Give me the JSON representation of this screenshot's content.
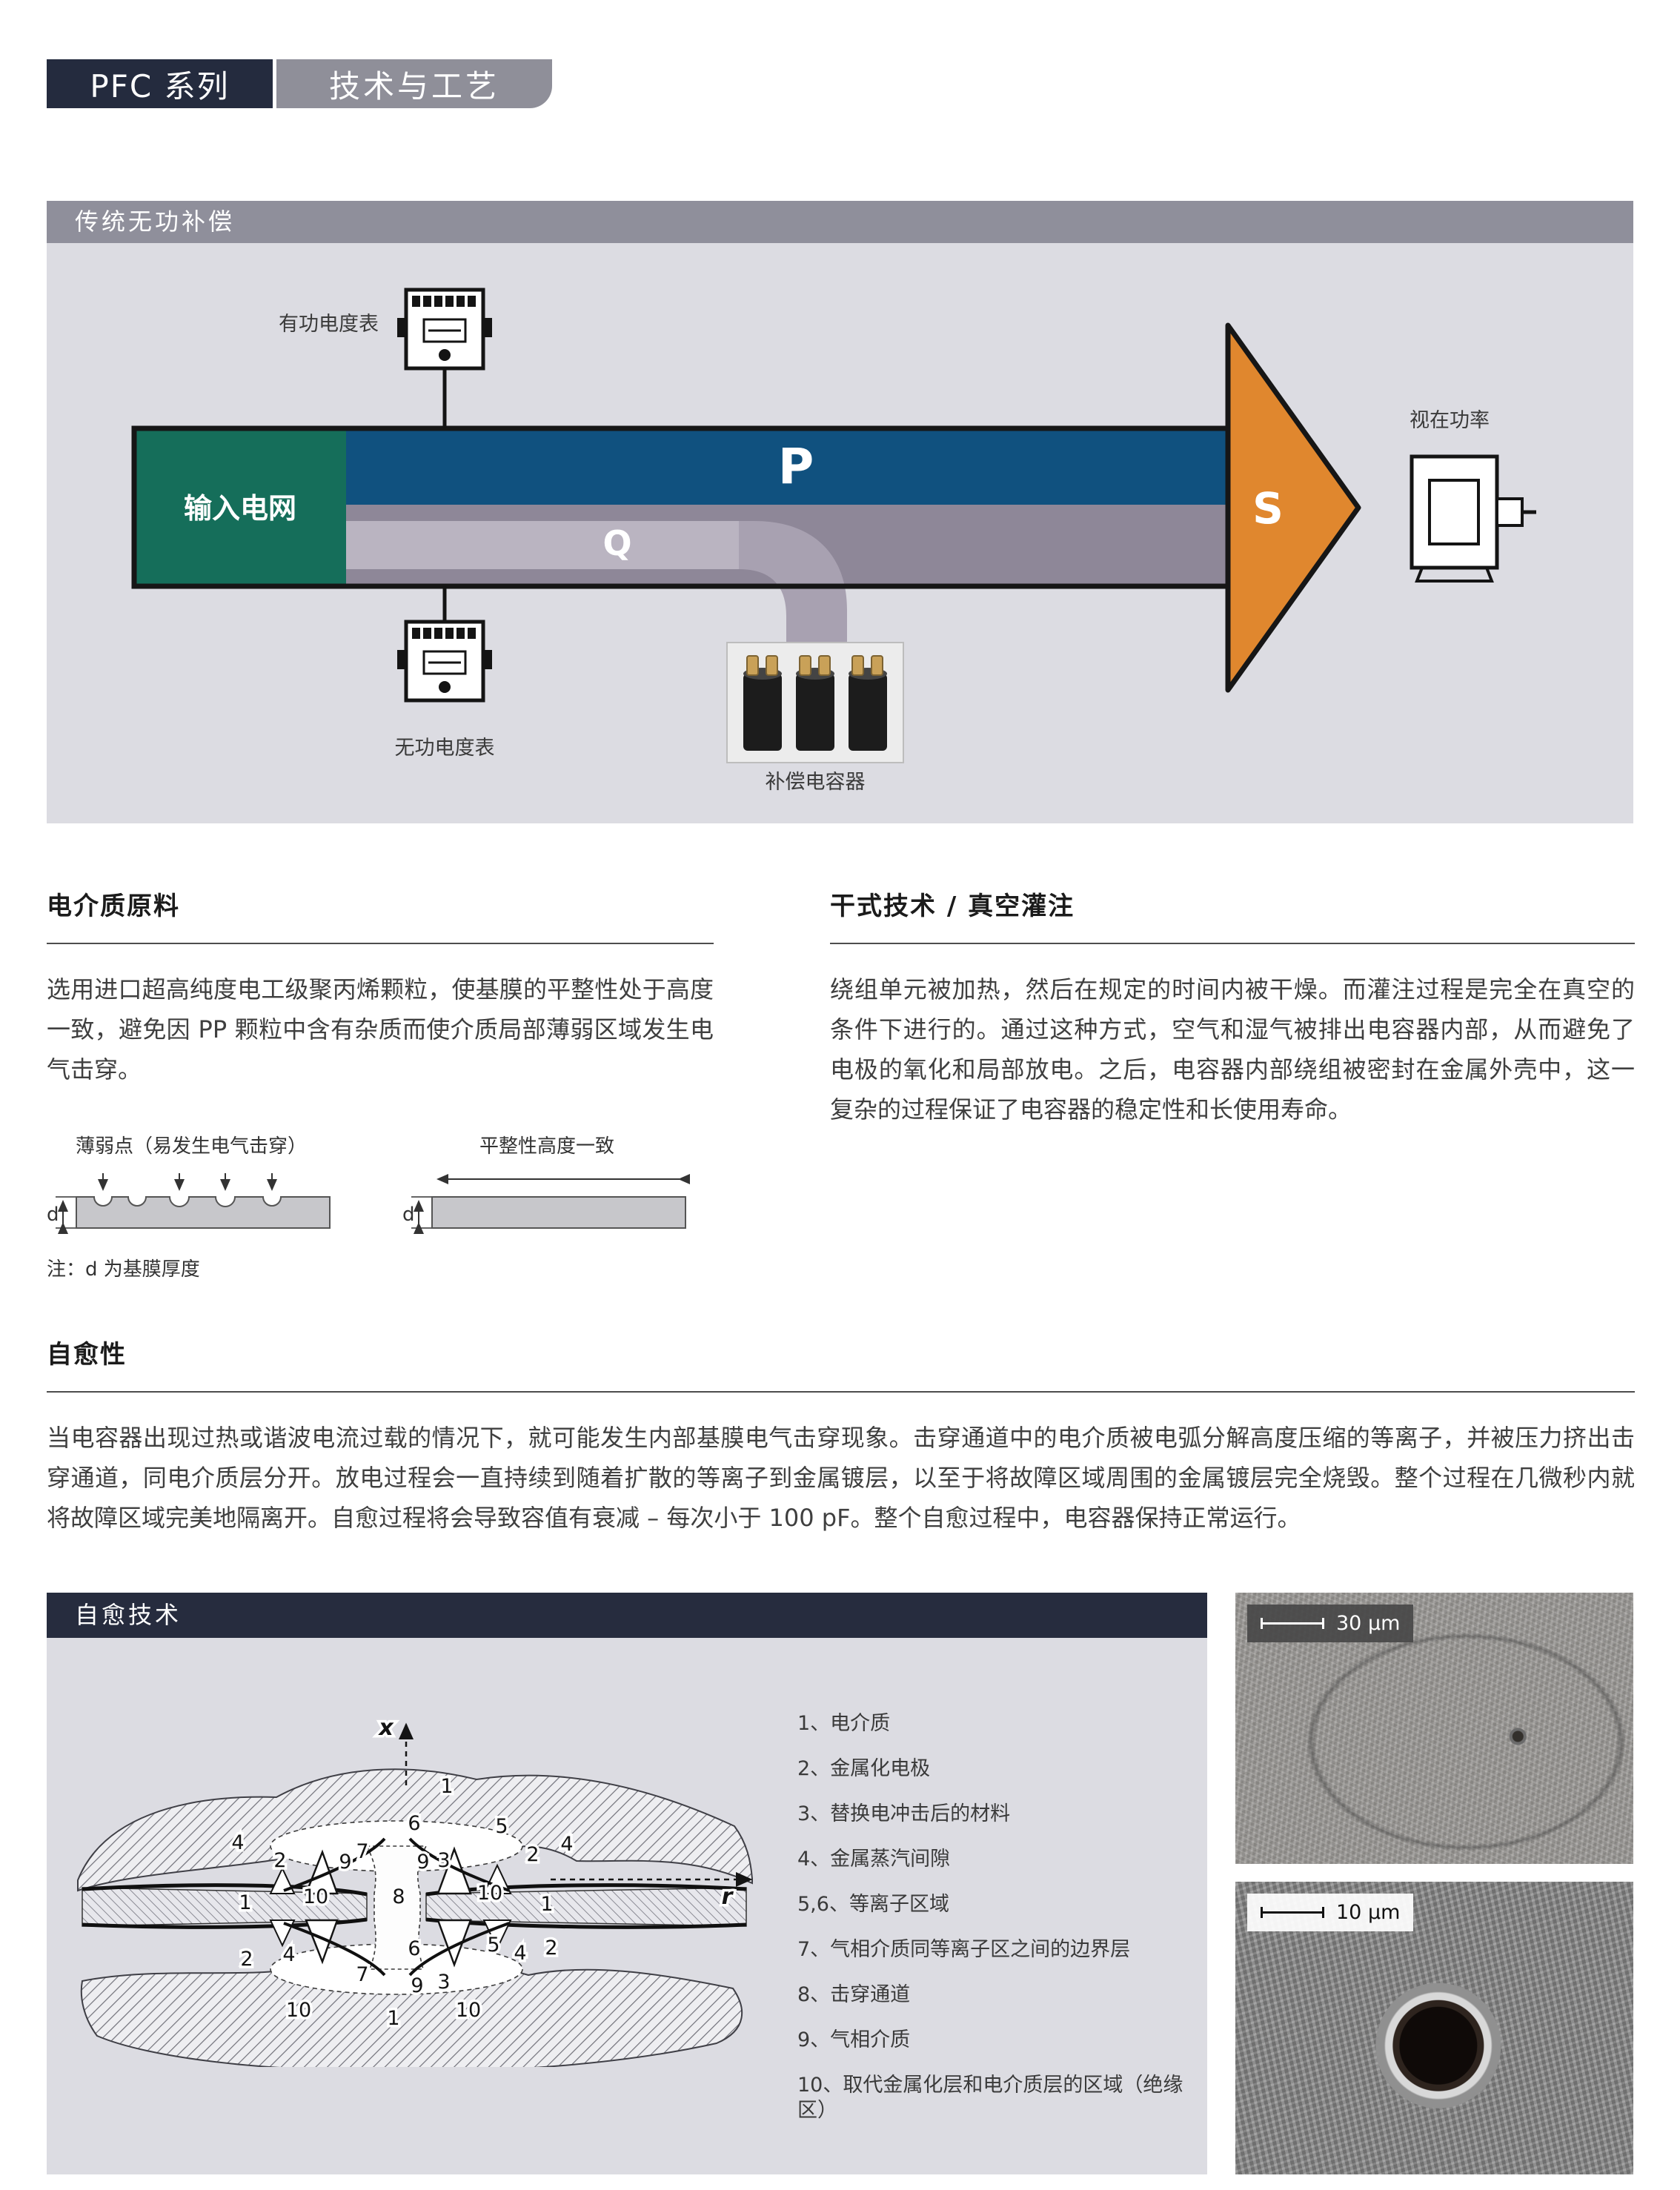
{
  "header": {
    "series_label": "PFC 系列",
    "page_title": "技术与工艺"
  },
  "traditional": {
    "panel_title": "传统无功补偿",
    "input_grid": "输入电网",
    "active_meter": "有功电度表",
    "reactive_meter": "无功电度表",
    "capacitors": "补偿电容器",
    "apparent_power": "视在功率",
    "p": "P",
    "q": "Q",
    "s": "S"
  },
  "dielectric": {
    "title": "电介质原料",
    "body": "选用进口超高纯度电工级聚丙烯颗粒，使基膜的平整性处于高度一致，避免因 PP 颗粒中含有杂质而使介质局部薄弱区域发生电气击穿。",
    "weak_caption": "薄弱点（易发生电气击穿）",
    "flat_caption": "平整性高度一致",
    "d": "d",
    "note": "注：d 为基膜厚度"
  },
  "dry": {
    "title": "干式技术 / 真空灌注",
    "body": "绕组单元被加热，然后在规定的时间内被干燥。而灌注过程是完全在真空的条件下进行的。通过这种方式，空气和湿气被排出电容器内部，从而避免了电极的氧化和局部放电。之后，电容器内部绕组被密封在金属外壳中，这一复杂的过程保证了电容器的稳定性和长使用寿命。"
  },
  "selfheal": {
    "title": "自愈性",
    "body": "当电容器出现过热或谐波电流过载的情况下，就可能发生内部基膜电气击穿现象。击穿通道中的电介质被电弧分解高度压缩的等离子，并被压力挤出击穿通道，同电介质层分开。放电过程会一直持续到随着扩散的等离子到金属镀层，以至于将故障区域周围的金属镀层完全烧毁。整个过程在几微秒内就将故障区域完美地隔离开。自愈过程将会导致容值有衰减 – 每次小于 100 pF。整个自愈过程中，电容器保持正常运行。"
  },
  "healing": {
    "panel_title": "自愈技术",
    "legend": [
      "1、电介质",
      "2、金属化电极",
      "3、替换电冲击后的材料",
      "4、金属蒸汽间隙",
      "5,6、等离子区域",
      "7、气相介质同等离子区之间的边界层",
      "8、击穿通道",
      "9、气相介质",
      "10、取代金属化层和电介质层的区域（绝缘区）"
    ],
    "diagram_labels": [
      "x",
      "1",
      "6",
      "4",
      "2",
      "9",
      "7",
      "9",
      "3",
      "5",
      "2",
      "4",
      "1",
      "10",
      "8",
      "10",
      "1",
      "r",
      "6",
      "5",
      "2",
      "4",
      "4",
      "2",
      "7",
      "9",
      "3",
      "10",
      "1",
      "10"
    ],
    "sem_top_scale": "30 μm",
    "sem_bottom_scale": "10 μm"
  },
  "colors": {
    "navy": "#242b3e",
    "gray_tab": "#8f8f99",
    "panel_bg": "#dcdce2",
    "panel_header": "#8f8f9b",
    "green": "#156e5a",
    "blue": "#10517f",
    "mauve": "#8e8798",
    "light_band": "#bab4c1",
    "orange": "#e0872e"
  }
}
